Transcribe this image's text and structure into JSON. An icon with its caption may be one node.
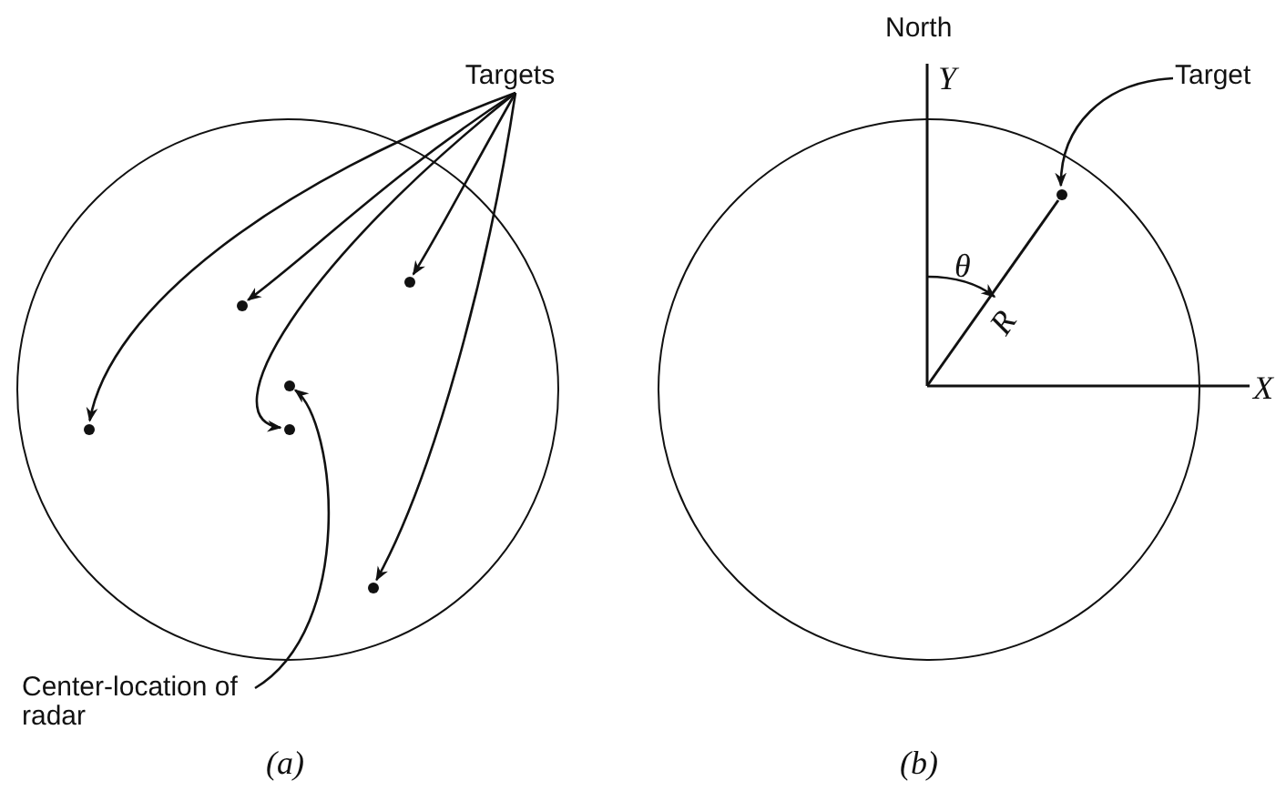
{
  "diagram": {
    "nodes": [
      {
        "text": [],
        "shape": "circle"
      },
      {
        "text": [
          "Targets"
        ]
      },
      {
        "text": [
          "Center-location of radar"
        ]
      },
      {
        "text": [],
        "shape": "circle",
        "in": 0
      },
      {
        "text": [],
        "shape": "circle",
        "in": 0
      },
      {
        "text": [],
        "shape": "circle",
        "in": 0
      },
      {
        "text": [],
        "shape": "circle",
        "in": 0
      },
      {
        "text": [],
        "shape": "circle",
        "in": 0
      },
      {
        "text": [],
        "shape": "circle",
        "in": 0
      },
      {
        "text": [],
        "shape": "circle"
      },
      {
        "text": [
          "Target"
        ]
      },
      {
        "text": [],
        "shape": "circle",
        "in": 9
      }
    ],
    "edges": [
      {
        "from": 1,
        "to": 3,
        "arrow": "to"
      },
      {
        "from": 1,
        "to": 4,
        "arrow": "to"
      },
      {
        "from": 1,
        "to": 6,
        "arrow": "to"
      },
      {
        "from": 1,
        "to": 8,
        "arrow": "to"
      },
      {
        "from": 1,
        "to": 7,
        "arrow": "to"
      },
      {
        "from": 2,
        "to": 5,
        "arrow": "to"
      },
      {
        "from": 10,
        "to": 11,
        "arrow": "to"
      }
    ],
    "labels": [
      "North",
      "Y",
      "θ",
      "R",
      "X",
      "(a)",
      "(b)"
    ]
  }
}
